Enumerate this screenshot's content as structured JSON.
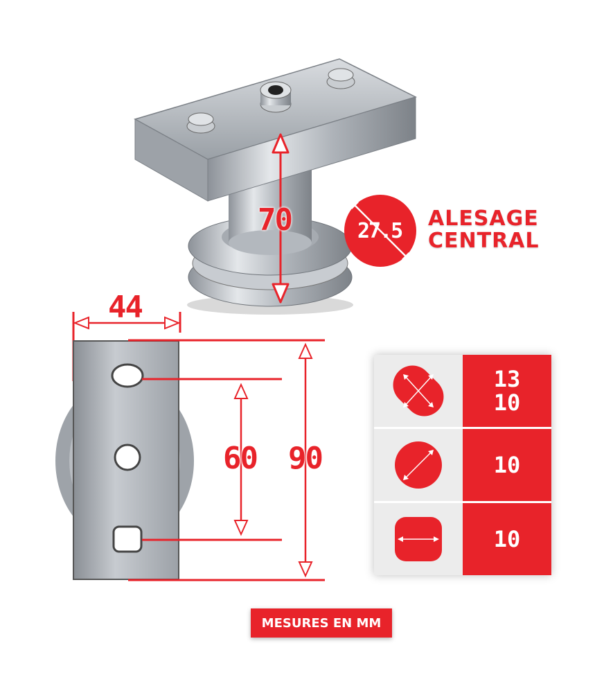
{
  "dimensions": {
    "height": "70",
    "bore": "27.5",
    "width": "44",
    "slot_spacing": "60",
    "plate_length": "90"
  },
  "bore_label": {
    "line1": "ALESAGE",
    "line2": "CENTRAL"
  },
  "hole_table": [
    {
      "shape": "oval-hole-icon",
      "values": [
        "13",
        "10"
      ]
    },
    {
      "shape": "round-hole-icon",
      "values": [
        "10"
      ]
    },
    {
      "shape": "square-hole-icon",
      "values": [
        "10"
      ]
    }
  ],
  "footer": "MESURES EN MM",
  "colors": {
    "accent": "#e8232a",
    "metal": "#b8bcc2"
  }
}
